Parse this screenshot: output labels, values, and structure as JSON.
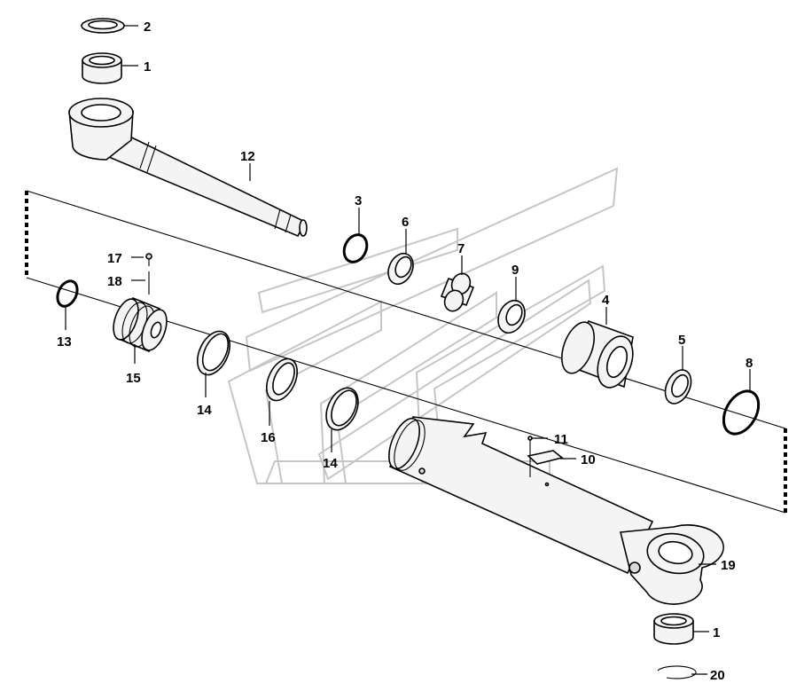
{
  "diagram": {
    "callouts": {
      "c1_top": "1",
      "c2": "2",
      "c12": "12",
      "c3": "3",
      "c6": "6",
      "c7": "7",
      "c9": "9",
      "c4": "4",
      "c5": "5",
      "c8": "8",
      "c17": "17",
      "c18": "18",
      "c13": "13",
      "c15": "15",
      "c14_a": "14",
      "c16": "16",
      "c14_b": "14",
      "c11": "11",
      "c10": "10",
      "c19": "19",
      "c1_bottom": "1",
      "c20": "20"
    }
  }
}
